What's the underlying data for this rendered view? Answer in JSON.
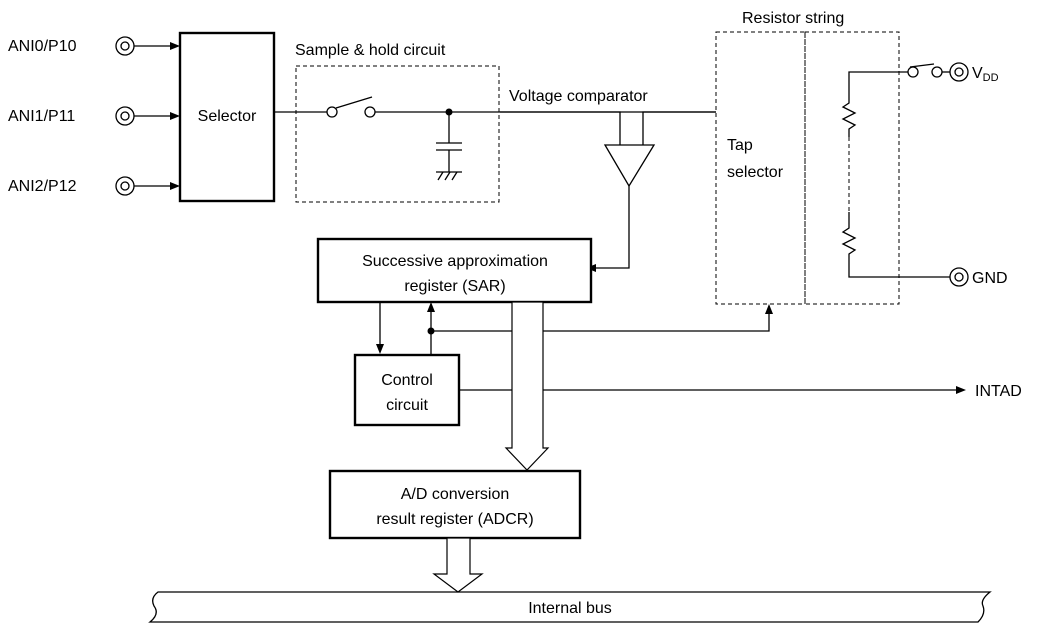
{
  "inputs": [
    "ANI0/P10",
    "ANI1/P11",
    "ANI2/P12"
  ],
  "selector": "Selector",
  "sample_hold": "Sample & hold circuit",
  "voltage_comparator": "Voltage comparator",
  "resistor_string": "Resistor string",
  "tap_selector": [
    "Tap",
    "selector"
  ],
  "sar": [
    "Successive approximation",
    "register (SAR)"
  ],
  "control": [
    "Control",
    "circuit"
  ],
  "intad": "INTAD",
  "adcr": [
    "A/D conversion",
    "result register (ADCR)"
  ],
  "internal_bus": "Internal bus",
  "vdd_main": "V",
  "vdd_sub": "DD",
  "gnd": "GND"
}
